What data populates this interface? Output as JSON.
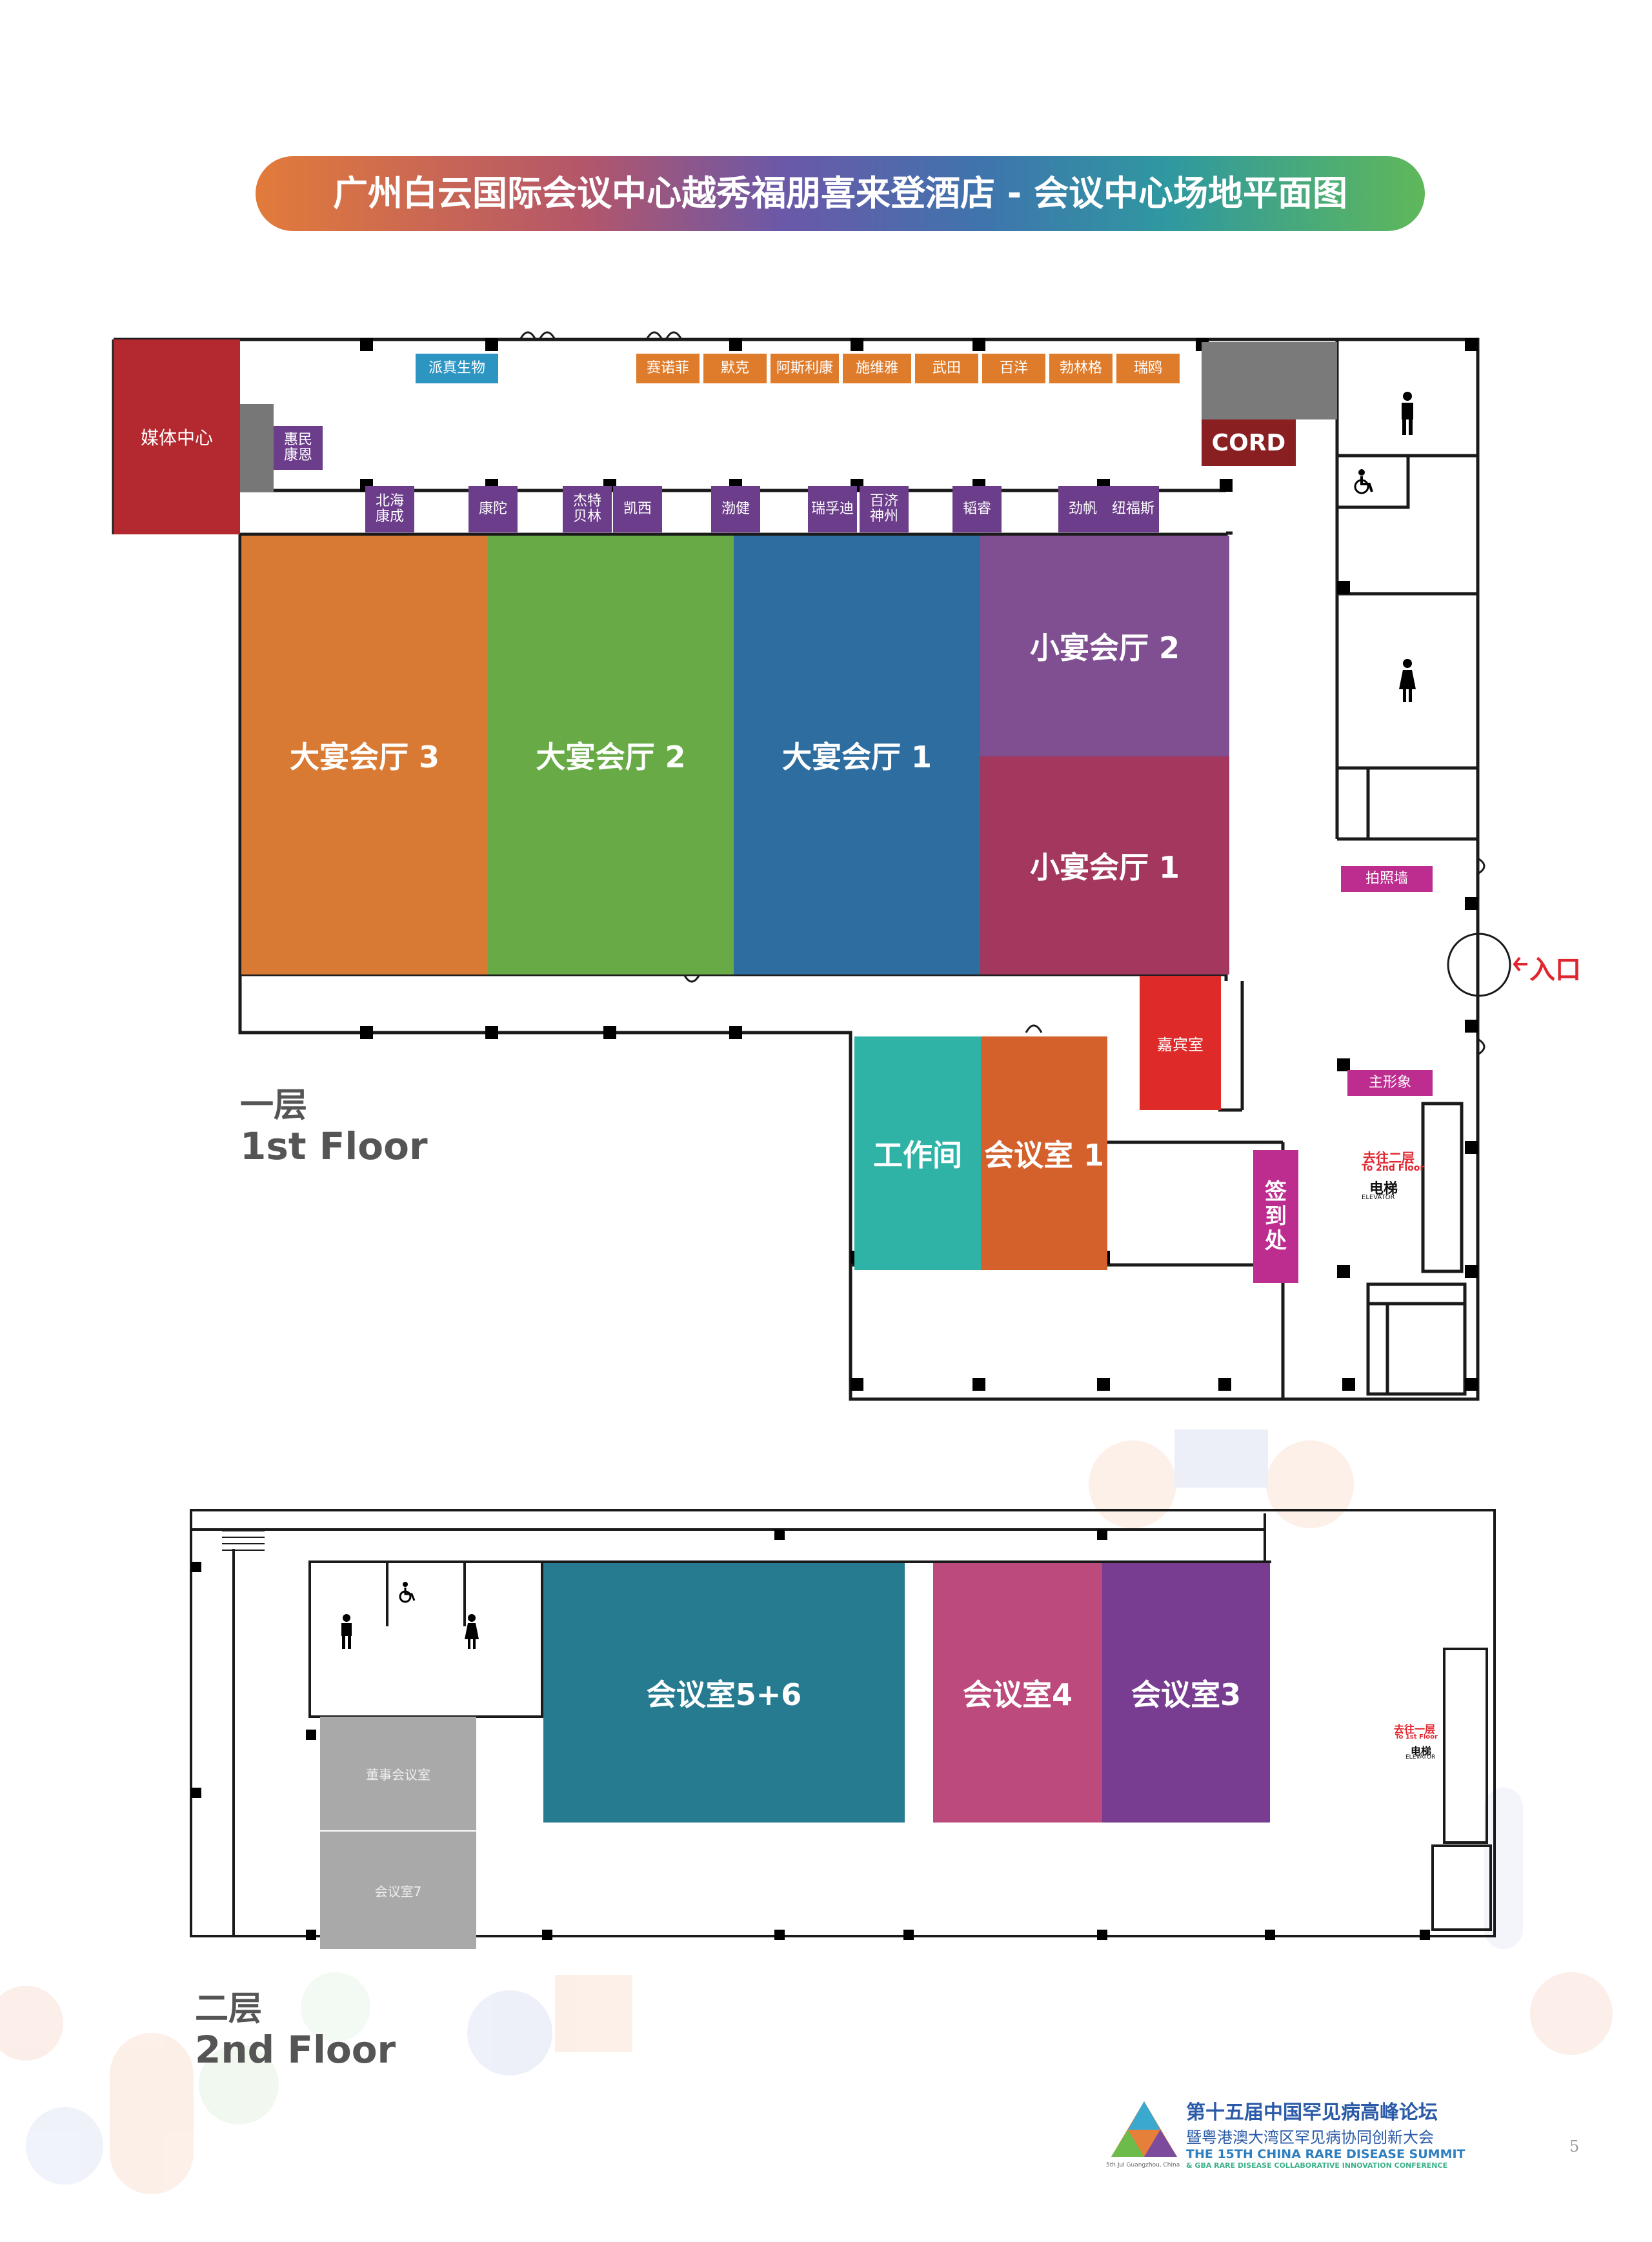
{
  "title": "广州白云国际会议中心越秀福朋喜来登酒店 - 会议中心场地平面图",
  "floor1": {
    "label_cn": "一层",
    "label_en": "1st Floor",
    "media_center": "媒体中心",
    "huimin": "惠民\n康恩",
    "paizhen": "派真生物",
    "sponsors_top": [
      "赛诺菲",
      "默克",
      "阿斯利康",
      "施维雅",
      "武田",
      "百洋",
      "勃林格",
      "瑞鸥"
    ],
    "cord": "CORD",
    "sponsors_mid": [
      "北海\n康成",
      "康陀",
      "杰特\n贝林",
      "凯西",
      "渤健",
      "瑞孚迪",
      "百济\n神州",
      "韬睿",
      "劲帆",
      "纽福斯"
    ],
    "halls": {
      "hall3": "大宴会厅 3",
      "hall2": "大宴会厅 2",
      "hall1": "大宴会厅 1",
      "small2": "小宴会厅 2",
      "small1": "小宴会厅 1"
    },
    "vip": "嘉宾室",
    "workroom": "工作间",
    "meeting1": "会议室 1",
    "checkin": "签\n到\n处",
    "photo_wall": "拍照墙",
    "main_visual": "主形象",
    "entrance": "入口",
    "to_floor_cn": "去往二层",
    "to_floor_en": "To 2nd Floor",
    "elevator_cn": "电梯",
    "elevator_en": "ELEVATOR"
  },
  "floor2": {
    "label_cn": "二层",
    "label_en": "2nd Floor",
    "room56": "会议室5+6",
    "room4": "会议室4",
    "room3": "会议室3",
    "board": "董事会议室",
    "room7": "会议室7",
    "to_floor_cn": "去往一层",
    "to_floor_en": "To 1st Floor",
    "elevator_cn": "电梯",
    "elevator_en": "ELEVATOR"
  },
  "conference": {
    "cn1": "第十五届中国罕见病高峰论坛",
    "cn2": "暨粤港澳大湾区罕见病协同创新大会",
    "en1": "THE 15TH CHINA RARE DISEASE SUMMIT",
    "en2": "& GBA RARE DISEASE COLLABORATIVE INNOVATION CONFERENCE",
    "logo_sub": "5th Jul  Guangzhou, China"
  },
  "page_number": "5",
  "colors": {
    "orange": "#d97a34",
    "green": "#67aa46",
    "blue": "#2e6da0",
    "purple": "#7f4f92",
    "crimson": "#a3375d",
    "teal": "#2fb3a7",
    "meeting_orange": "#d4602c",
    "vip_red": "#df2a2a",
    "magenta": "#bd2d8f",
    "sponsor_purple": "#6b3d8a",
    "sponsor_orange": "#df7c2c",
    "media_red": "#b4282f",
    "cord_red": "#8a1f22",
    "teal2": "#267b90",
    "pink": "#bc4a7c",
    "purple2": "#783d91"
  }
}
